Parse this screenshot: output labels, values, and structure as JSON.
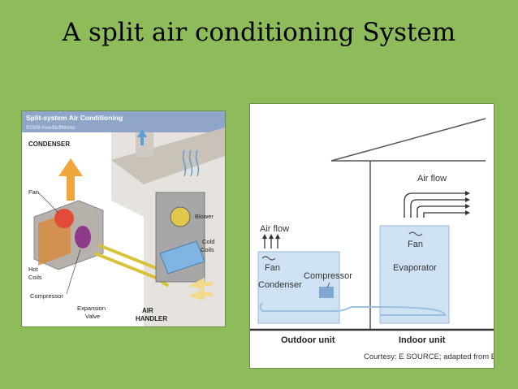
{
  "title": "A split air conditioning System",
  "left_diagram": {
    "header": "Split-system Air Conditioning",
    "copyright": "©2009 HowStuffWorks",
    "labels": {
      "condenser": "CONDENSER",
      "fan": "Fan",
      "hot_coils_1": "Hot",
      "hot_coils_2": "Coils",
      "compressor": "Compressor",
      "expansion_1": "Expansion",
      "expansion_2": "Valve",
      "air_handler_1": "AIR",
      "air_handler_2": "HANDLER",
      "blower": "Blower",
      "cold_coils_1": "Cold",
      "cold_coils_2": "Coils"
    },
    "colors": {
      "header_bg": "#8fa6c8",
      "pipe": "#d8c23a",
      "hot": "#e8a33c",
      "cold": "#5b9fd6"
    }
  },
  "right_diagram": {
    "labels": {
      "airflow_indoor": "Air flow",
      "airflow_outdoor": "Air flow",
      "fan_indoor": "Fan",
      "fan_outdoor": "Fan",
      "evaporator": "Evaporator",
      "condenser": "Condenser",
      "compressor": "Compressor",
      "outdoor_unit": "Outdoor unit",
      "indoor_unit": "Indoor unit",
      "courtesy": "Courtesy: E SOURCE; adapted from EPA"
    },
    "colors": {
      "unit_fill": "#cfe2f3",
      "line": "#555555"
    }
  }
}
